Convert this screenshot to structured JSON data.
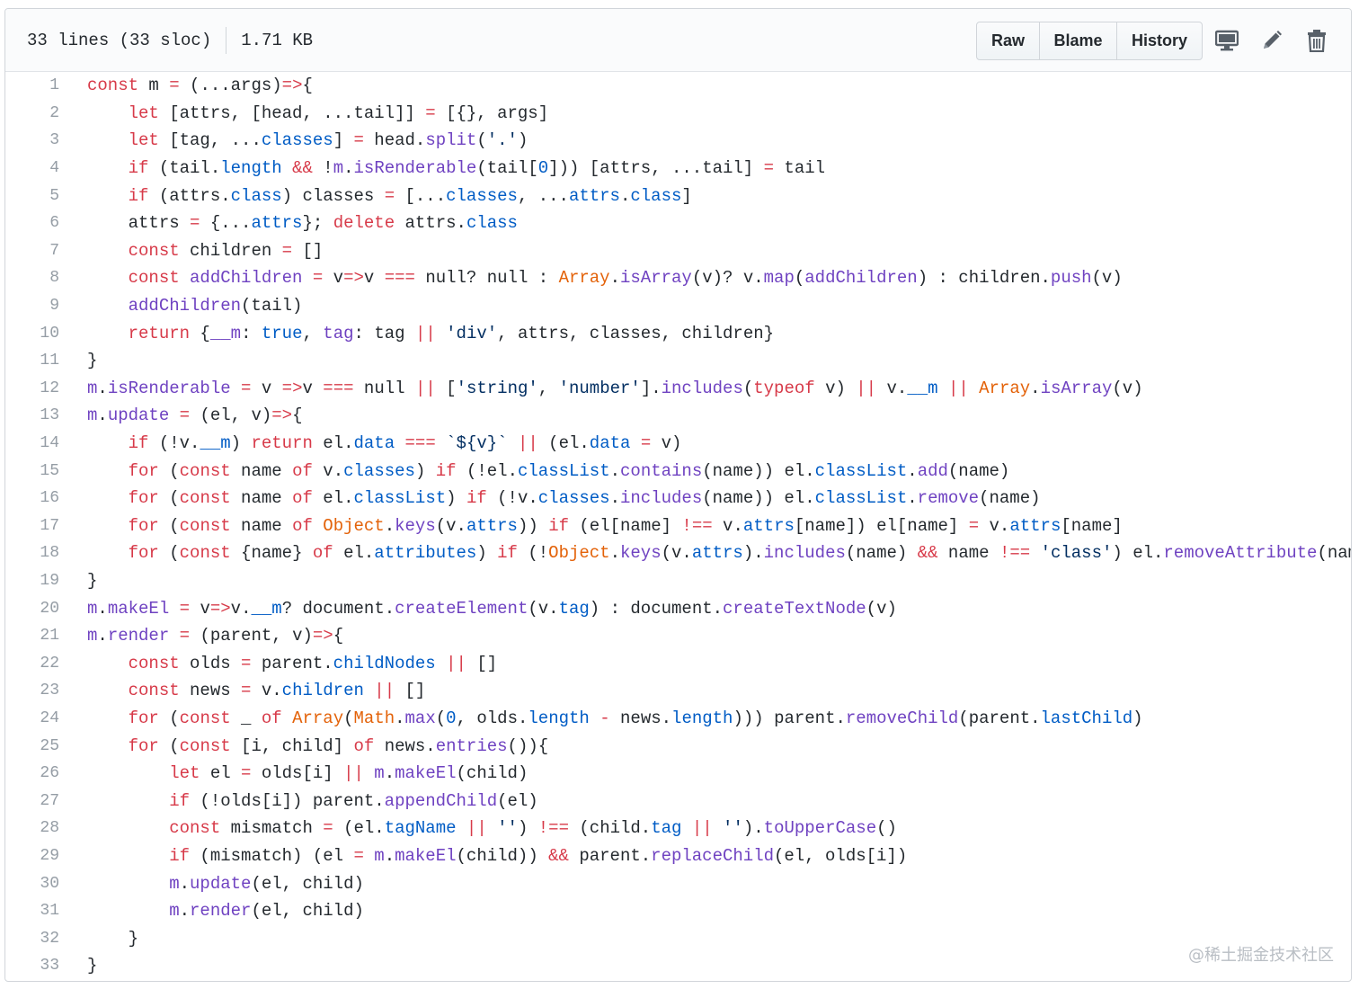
{
  "file_header": {
    "lines_info": "33 lines (33 sloc)",
    "size": "1.71 KB",
    "buttons": [
      "Raw",
      "Blame",
      "History"
    ],
    "icons": [
      "desktop-icon",
      "pencil-icon",
      "trash-icon"
    ]
  },
  "code_lines": [
    {
      "n": "1",
      "t": "const m = (...args)=>{"
    },
    {
      "n": "2",
      "t": "    let [attrs, [head, ...tail]] = [{}, args]"
    },
    {
      "n": "3",
      "t": "    let [tag, ...classes] = head.split('.')"
    },
    {
      "n": "4",
      "t": "    if (tail.length && !m.isRenderable(tail[0])) [attrs, ...tail] = tail"
    },
    {
      "n": "5",
      "t": "    if (attrs.class) classes = [...classes, ...attrs.class]"
    },
    {
      "n": "6",
      "t": "    attrs = {...attrs}; delete attrs.class"
    },
    {
      "n": "7",
      "t": "    const children = []"
    },
    {
      "n": "8",
      "t": "    const addChildren = v=>v === null? null : Array.isArray(v)? v.map(addChildren) : children.push(v)"
    },
    {
      "n": "9",
      "t": "    addChildren(tail)"
    },
    {
      "n": "10",
      "t": "    return {__m: true, tag: tag || 'div', attrs, classes, children}"
    },
    {
      "n": "11",
      "t": "}"
    },
    {
      "n": "12",
      "t": "m.isRenderable = v =>v === null || ['string', 'number'].includes(typeof v) || v.__m || Array.isArray(v)"
    },
    {
      "n": "13",
      "t": "m.update = (el, v)=>{"
    },
    {
      "n": "14",
      "t": "    if (!v.__m) return el.data === `${v}` || (el.data = v)"
    },
    {
      "n": "15",
      "t": "    for (const name of v.classes) if (!el.classList.contains(name)) el.classList.add(name)"
    },
    {
      "n": "16",
      "t": "    for (const name of el.classList) if (!v.classes.includes(name)) el.classList.remove(name)"
    },
    {
      "n": "17",
      "t": "    for (const name of Object.keys(v.attrs)) if (el[name] !== v.attrs[name]) el[name] = v.attrs[name]"
    },
    {
      "n": "18",
      "t": "    for (const {name} of el.attributes) if (!Object.keys(v.attrs).includes(name) && name !== 'class') el.removeAttribute(name)"
    },
    {
      "n": "19",
      "t": "}"
    },
    {
      "n": "20",
      "t": "m.makeEl = v=>v.__m? document.createElement(v.tag) : document.createTextNode(v)"
    },
    {
      "n": "21",
      "t": "m.render = (parent, v)=>{"
    },
    {
      "n": "22",
      "t": "    const olds = parent.childNodes || []"
    },
    {
      "n": "23",
      "t": "    const news = v.children || []"
    },
    {
      "n": "24",
      "t": "    for (const _ of Array(Math.max(0, olds.length - news.length))) parent.removeChild(parent.lastChild)"
    },
    {
      "n": "25",
      "t": "    for (const [i, child] of news.entries()){"
    },
    {
      "n": "26",
      "t": "        let el = olds[i] || m.makeEl(child)"
    },
    {
      "n": "27",
      "t": "        if (!olds[i]) parent.appendChild(el)"
    },
    {
      "n": "28",
      "t": "        const mismatch = (el.tagName || '') !== (child.tag || '').toUpperCase()"
    },
    {
      "n": "29",
      "t": "        if (mismatch) (el = m.makeEl(child)) && parent.replaceChild(el, olds[i])"
    },
    {
      "n": "30",
      "t": "        m.update(el, child)"
    },
    {
      "n": "31",
      "t": "        m.render(el, child)"
    },
    {
      "n": "32",
      "t": "    }"
    },
    {
      "n": "33",
      "t": "}"
    }
  ],
  "watermark": "@稀土掘金技术社区"
}
